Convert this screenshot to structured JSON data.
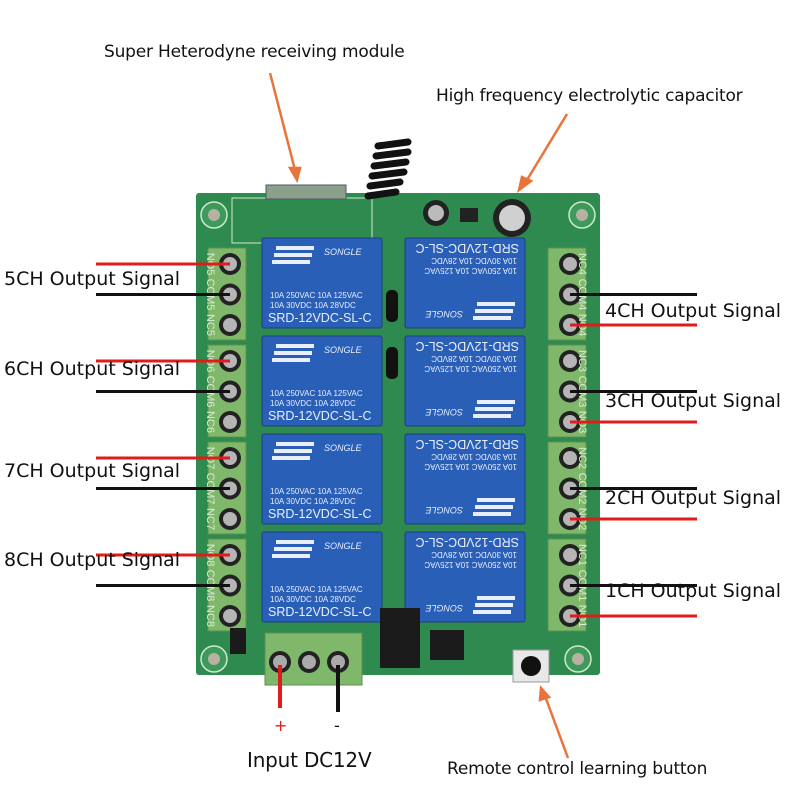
{
  "callouts": {
    "receiver_module": "Super Heterodyne receiving module",
    "capacitor": "High frequency electrolytic capacitor",
    "power_input": "Input DC12V",
    "learn_button": "Remote control learning button"
  },
  "power_polarity": {
    "positive": "+",
    "negative": "-"
  },
  "channels_left": [
    {
      "label": "5CH Output Signal",
      "pins": [
        "NO5",
        "COM5",
        "NC5"
      ]
    },
    {
      "label": "6CH Output Signal",
      "pins": [
        "NO6",
        "COM6",
        "NC6"
      ]
    },
    {
      "label": "7CH Output Signal",
      "pins": [
        "NO7",
        "COM7",
        "NC7"
      ]
    },
    {
      "label": "8CH Output Signal",
      "pins": [
        "NO8",
        "COM8",
        "NC8"
      ]
    }
  ],
  "channels_right": [
    {
      "label": "4CH Output Signal",
      "pins": [
        "NC4",
        "COM4",
        "NO4"
      ]
    },
    {
      "label": "3CH Output Signal",
      "pins": [
        "NC3",
        "COM3",
        "NO3"
      ]
    },
    {
      "label": "2CH Output Signal",
      "pins": [
        "NC2",
        "COM2",
        "NO2"
      ]
    },
    {
      "label": "1CH Output Signal",
      "pins": [
        "NC1",
        "COM1",
        "NO1"
      ]
    }
  ],
  "relay": {
    "brand": "SONGLE",
    "rating1": "10A 250VAC  10A 125VAC",
    "rating2": "10A 30VDC  10A 28VDC",
    "model": "SRD-12VDC-SL-C"
  },
  "colors": {
    "pcb": "#2f8a4f",
    "relay": "#2a5fb8",
    "terminal": "#7fb86a",
    "arrow": "#e8743b",
    "wire_red": "#e01b1b",
    "wire_black": "#111111"
  }
}
